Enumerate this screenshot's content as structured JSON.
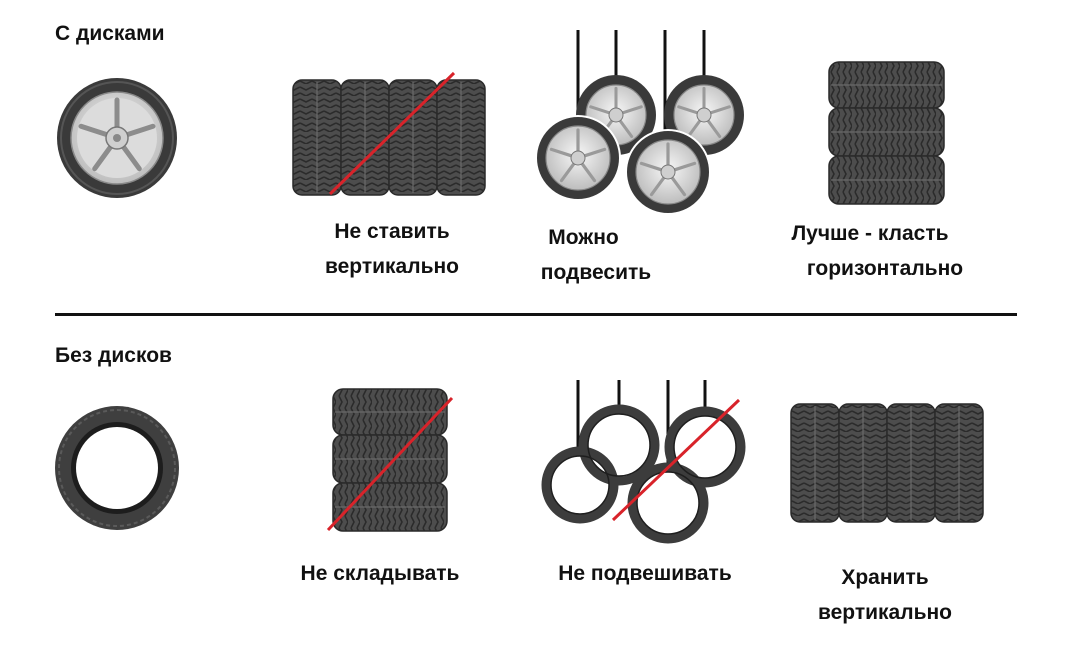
{
  "sections": [
    {
      "title": "С дисками",
      "items": [
        {
          "caption": [
            "Не ставить",
            "вертикально"
          ],
          "allowed": false
        },
        {
          "caption": [
            "Можно",
            "подвесить"
          ],
          "allowed": true
        },
        {
          "caption": [
            "Лучше - класть",
            "горизонтально"
          ],
          "allowed": true
        }
      ]
    },
    {
      "title": "Без дисков",
      "items": [
        {
          "caption": [
            "Не складывать"
          ],
          "allowed": false
        },
        {
          "caption": [
            "Не подвешивать"
          ],
          "allowed": false
        },
        {
          "caption": [
            "Хранить",
            "вертикально"
          ],
          "allowed": true
        }
      ]
    }
  ],
  "colors": {
    "tire": "#4a4a4a",
    "tread": "#2e2e2e",
    "rim": "#e3e3e3",
    "strike": "#d8232a",
    "line": "#111111"
  },
  "icons": [
    "wheel-with-rim-icon",
    "tire-without-rim-icon",
    "hanging-wheels-icon",
    "stacked-tires-icon",
    "upright-tires-icon"
  ]
}
